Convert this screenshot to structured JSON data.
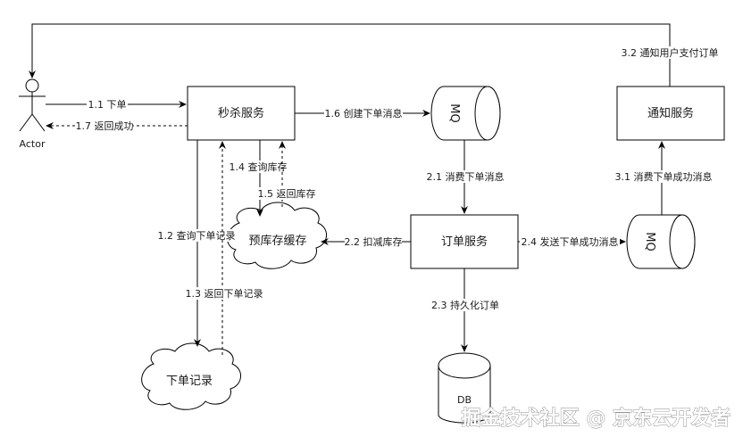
{
  "diagram": {
    "actor": {
      "label": "Actor"
    },
    "nodes": {
      "seckill_service": "秒杀服务",
      "mq_1": "MQ",
      "notify_service": "通知服务",
      "order_service": "订单服务",
      "mq_2": "MQ",
      "stock_cache": "预库存缓存",
      "order_record": "下单记录",
      "db": "DB"
    },
    "edges": {
      "e1_1": "1.1 下单",
      "e1_2": "1.2 查询下单记录",
      "e1_3": "1.3 返回下单记录",
      "e1_4": "1.4 查询库存",
      "e1_5": "1.5 返回库存",
      "e1_6": "1.6 创建下单消息",
      "e1_7": "1.7 返回成功",
      "e2_1": "2.1 消费下单消息",
      "e2_2": "2.2 扣减库存",
      "e2_3": "2.3 持久化订单",
      "e2_4": "2.4 发送下单成功消息",
      "e3_1": "3.1 消费下单成功消息",
      "e3_2": "3.2 通知用户支付订单"
    }
  },
  "watermark": "掘金技术社区 @ 京东云开发者"
}
